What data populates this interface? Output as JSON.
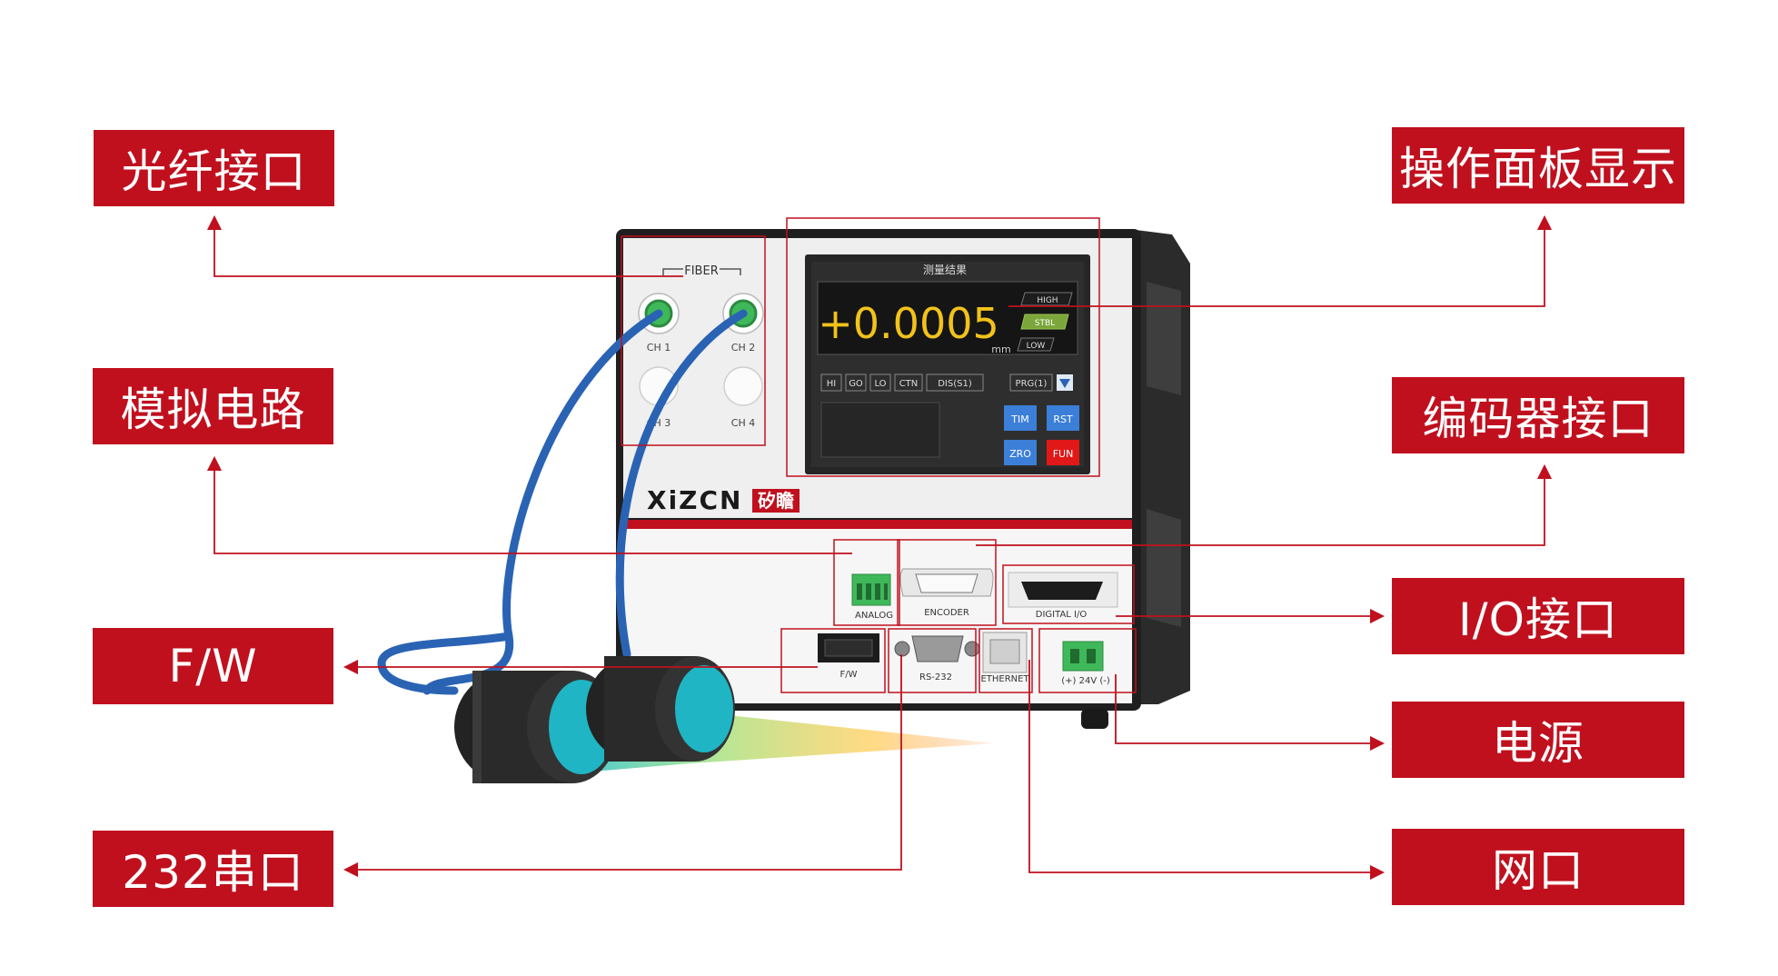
{
  "callouts": {
    "fiber_port": "光纤接口",
    "analog_circuit": "模拟电路",
    "fw": "F/W",
    "rs232_port": "232串口",
    "panel_display": "操作面板显示",
    "encoder_port": "编码器接口",
    "io_port": "I/O接口",
    "power": "电源",
    "network_port": "网口"
  },
  "device": {
    "fiber_label": "FIBER",
    "channels": [
      "CH 1",
      "CH 2",
      "CH 3",
      "CH 4"
    ],
    "display_title": "测量结果",
    "reading": "+0.0005",
    "unit": "mm",
    "status": {
      "high": "HIGH",
      "stbl": "STBL",
      "low": "LOW"
    },
    "indicators": [
      "HI",
      "GO",
      "LO",
      "CTN",
      "DIS(S1)"
    ],
    "program": "PRG(1)",
    "buttons": {
      "tim": "TIM",
      "rst": "RST",
      "zro": "ZRO",
      "fun": "FUN"
    },
    "brand_en": "XiZCN",
    "brand_cn": "矽瞻",
    "ports": {
      "analog": "ANALOG",
      "encoder": "ENCODER",
      "digital_io": "DIGITAL I/O",
      "fw": "F/W",
      "rs232": "RS-232",
      "ethernet": "ETHERNET",
      "power": "(+) 24V (-)"
    }
  },
  "colors": {
    "accent": "#c0101e",
    "lcd_text": "#f2c21b",
    "cable": "#2a63b3",
    "button_blue": "#3b7fd8",
    "button_red": "#e01818"
  }
}
